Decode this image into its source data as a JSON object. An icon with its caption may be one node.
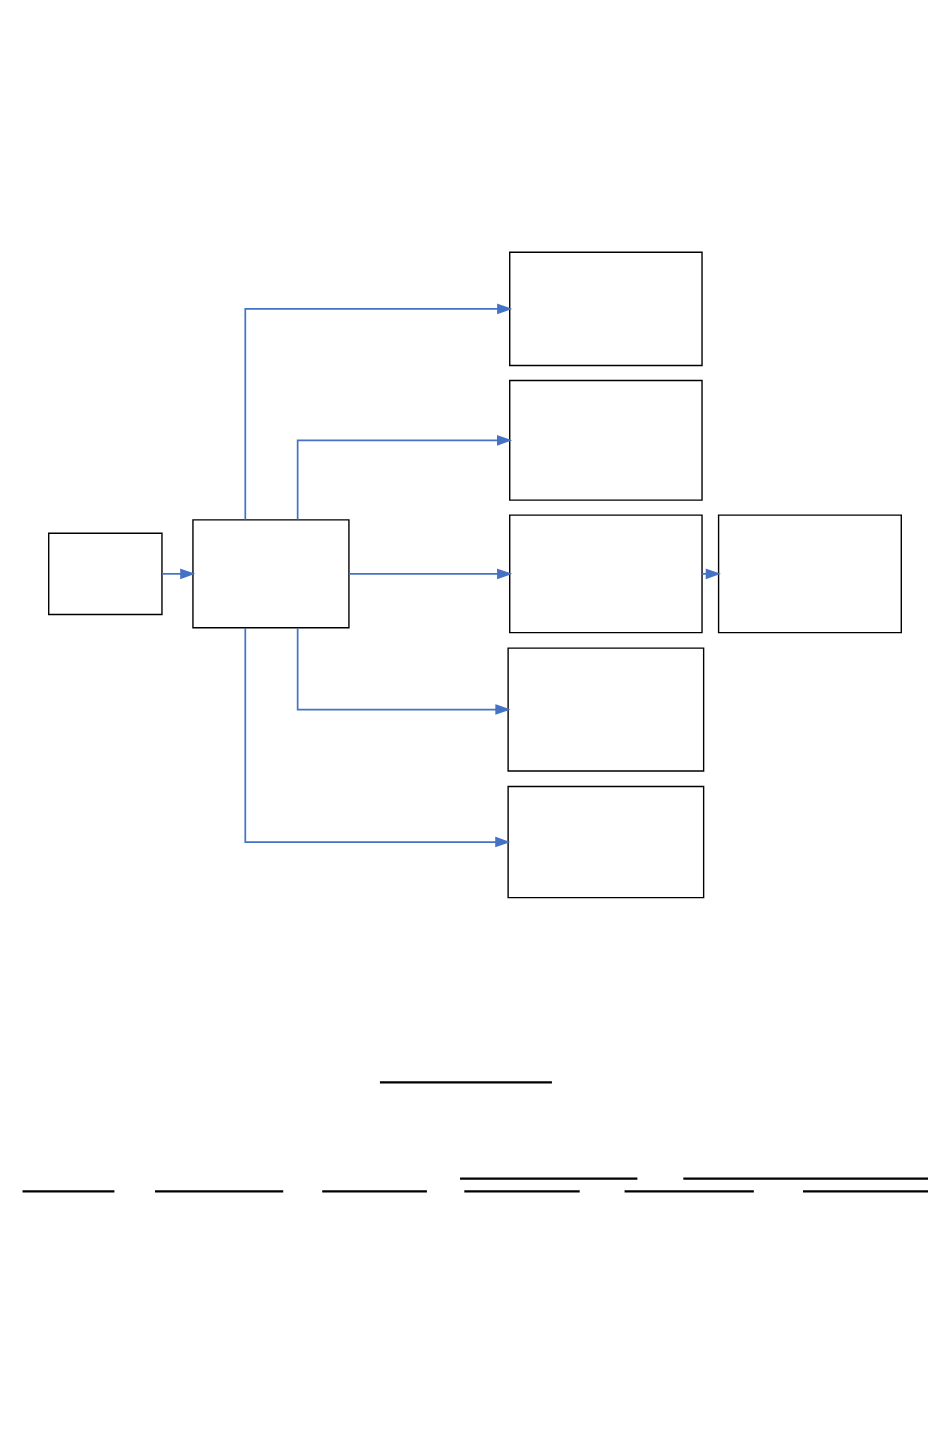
{
  "diagram": {
    "nodes": [
      {
        "text": [],
        "shape": "box"
      },
      {
        "text": [],
        "shape": "box"
      },
      {
        "text": [],
        "shape": "box"
      },
      {
        "text": [],
        "shape": "box"
      },
      {
        "text": [],
        "shape": "box"
      },
      {
        "text": [],
        "shape": "box"
      },
      {
        "text": [],
        "shape": "box"
      },
      {
        "text": [],
        "shape": "box"
      }
    ],
    "edges": [
      {
        "from": 0,
        "to": 1,
        "arrow": "to"
      },
      {
        "from": 1,
        "to": 2,
        "arrow": "to"
      },
      {
        "from": 1,
        "to": 3,
        "arrow": "to"
      },
      {
        "from": 1,
        "to": 4,
        "arrow": "to"
      },
      {
        "from": 1,
        "to": 5,
        "arrow": "to"
      },
      {
        "from": 1,
        "to": 6,
        "arrow": "to"
      },
      {
        "from": 4,
        "to": 7,
        "arrow": "to"
      }
    ]
  }
}
